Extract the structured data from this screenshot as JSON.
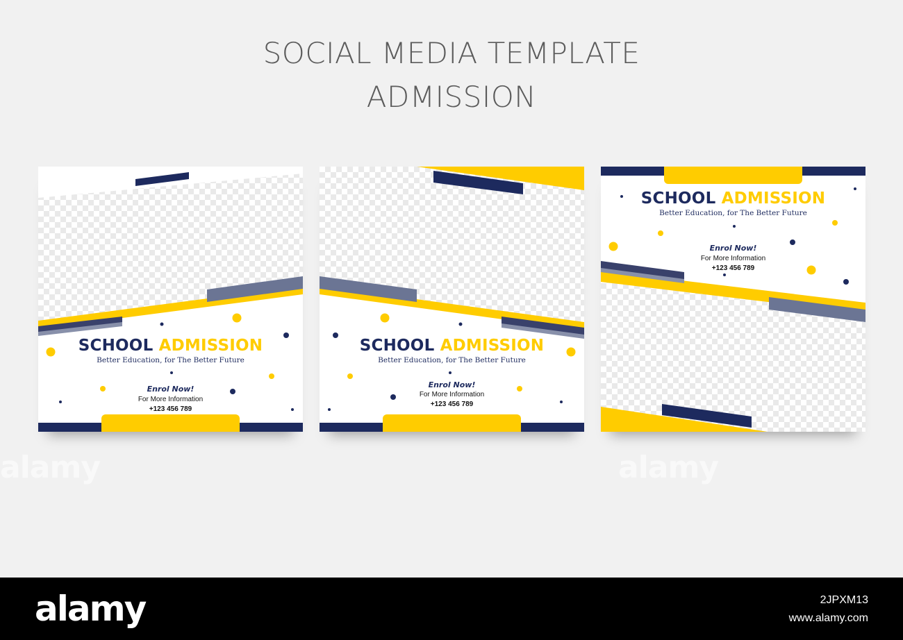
{
  "header": {
    "title_line1": "SOCIAL MEDIA TEMPLATE",
    "title_line2": "ADMISSION"
  },
  "template": {
    "headline_part1": "SCHOOL",
    "headline_part2": "ADMISSION",
    "tagline": "Better Education, for The Better Future",
    "cta": "Enrol Now!",
    "info": "For More Information",
    "phone": "+123 456 789"
  },
  "colors": {
    "navy": "#1d2a5e",
    "yellow": "#ffcc00",
    "slate": "#6b7594",
    "background": "#f1f1f1"
  },
  "watermarks": [
    "alamy",
    "alamy"
  ],
  "footer": {
    "logo": "alamy",
    "image_id": "2JPXM13",
    "url": "www.alamy.com"
  }
}
